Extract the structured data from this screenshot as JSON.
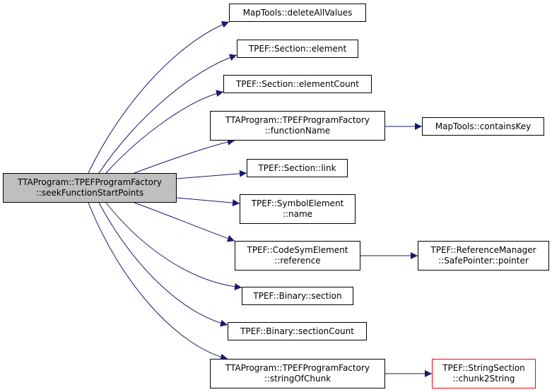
{
  "edge_color": "#191970",
  "root": {
    "lines": [
      "TTAProgram::TPEFProgramFactory",
      "::seekFunctionStartPoints"
    ],
    "fill": "#bfbfbf"
  },
  "callees": [
    {
      "lines": [
        "MapTools::deleteAllValues"
      ]
    },
    {
      "lines": [
        "TPEF::Section::element"
      ]
    },
    {
      "lines": [
        "TPEF::Section::elementCount"
      ]
    },
    {
      "lines": [
        "TTAProgram::TPEFProgramFactory",
        "::functionName"
      ]
    },
    {
      "lines": [
        "TPEF::Section::link"
      ]
    },
    {
      "lines": [
        "TPEF::SymbolElement",
        "::name"
      ]
    },
    {
      "lines": [
        "TPEF::CodeSymElement",
        "::reference"
      ]
    },
    {
      "lines": [
        "TPEF::Binary::section"
      ]
    },
    {
      "lines": [
        "TPEF::Binary::sectionCount"
      ]
    },
    {
      "lines": [
        "TTAProgram::TPEFProgramFactory",
        "::stringOfChunk"
      ]
    }
  ],
  "second_level": [
    {
      "lines": [
        "MapTools::containsKey"
      ]
    },
    {
      "lines": [
        "TPEF::ReferenceManager",
        "::SafePointer::pointer"
      ]
    },
    {
      "lines": [
        "TPEF::StringSection",
        "::chunk2String"
      ],
      "border": "#ff0000"
    }
  ]
}
